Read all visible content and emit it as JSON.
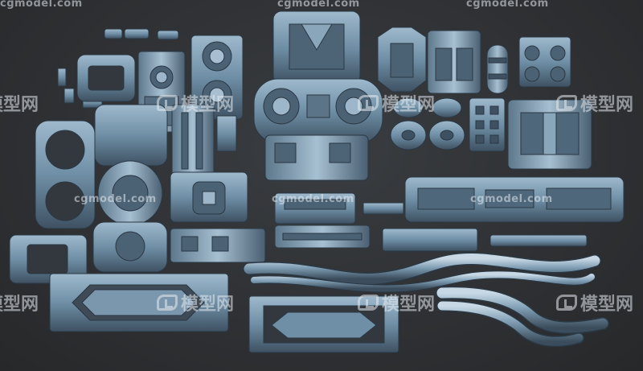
{
  "image": {
    "subject": "Sci-fi hard-surface mechanical kitbash parts",
    "background_color": "#2e3033",
    "part_color": "#6f8fa6"
  },
  "watermarks": {
    "url": "cgmodel.com",
    "url_partial_1": "cgmodel.com",
    "url_partial_2": "cgmodel.com",
    "url_partial_3": "cgmodel.com",
    "brand": "模型网",
    "brand_partial_left": "模型网",
    "brand_partial_right": "模型网"
  }
}
